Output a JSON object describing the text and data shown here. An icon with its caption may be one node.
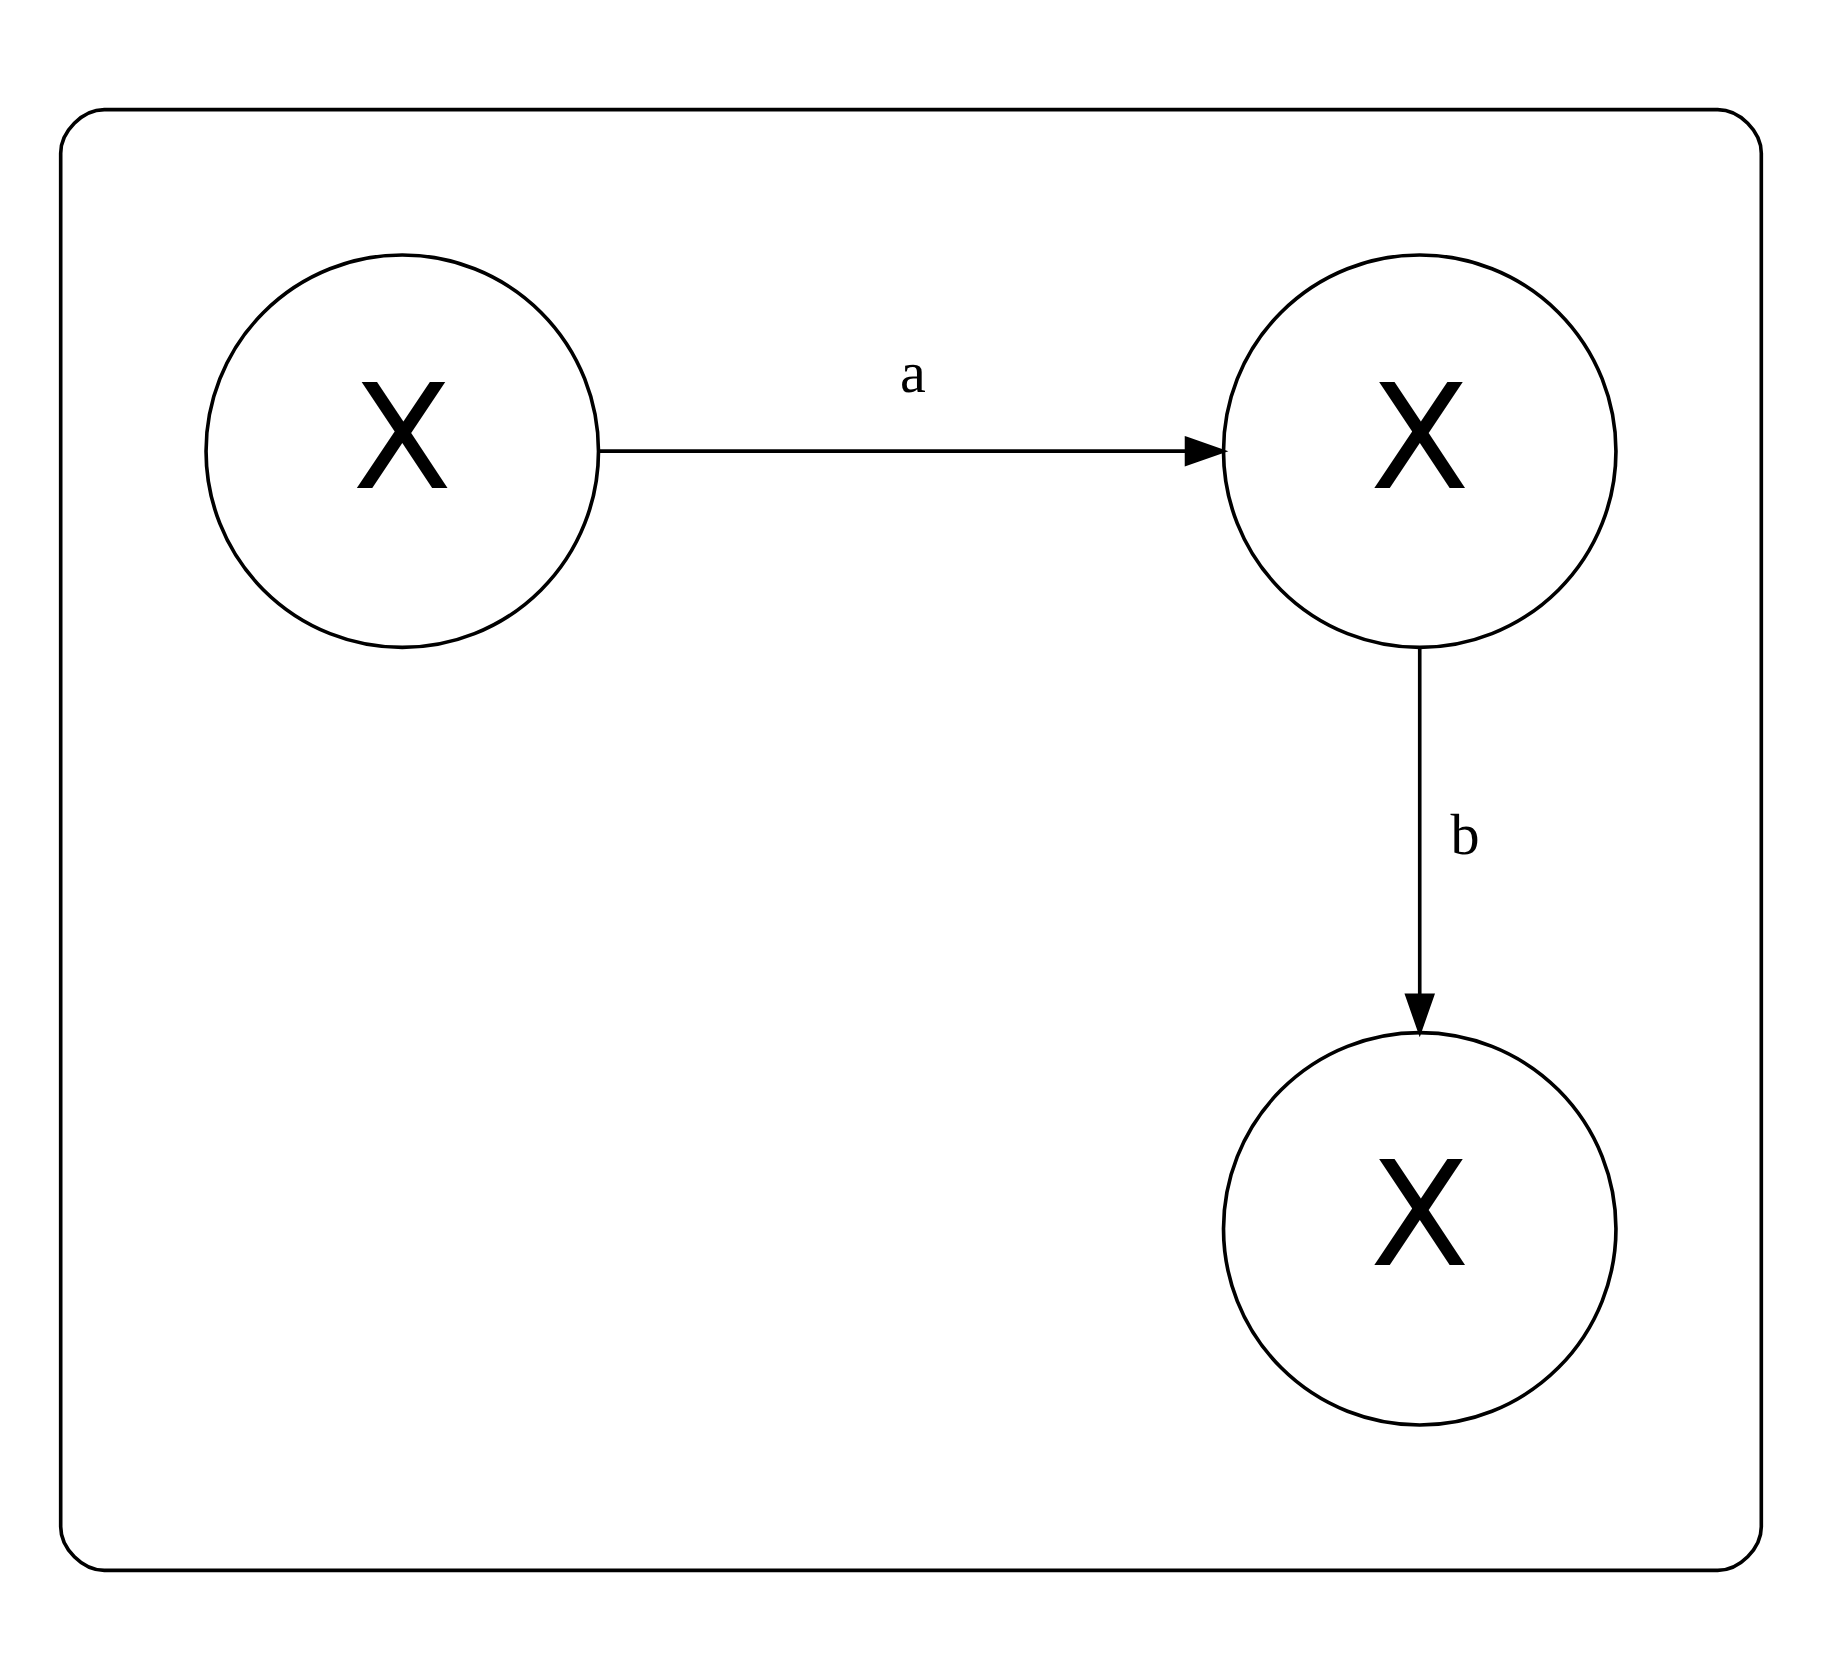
{
  "diagram": {
    "nodes": [
      {
        "text": [],
        "shape": "box"
      },
      {
        "text": [
          "X"
        ],
        "in": 0
      },
      {
        "text": [
          "X"
        ],
        "in": 0
      },
      {
        "text": [
          "X"
        ],
        "in": 0
      }
    ],
    "edges": [
      {
        "from": 1,
        "to": 2,
        "arrow": "to",
        "label": "a"
      },
      {
        "from": 2,
        "to": 3,
        "arrow": "to",
        "label": "b"
      }
    ]
  }
}
